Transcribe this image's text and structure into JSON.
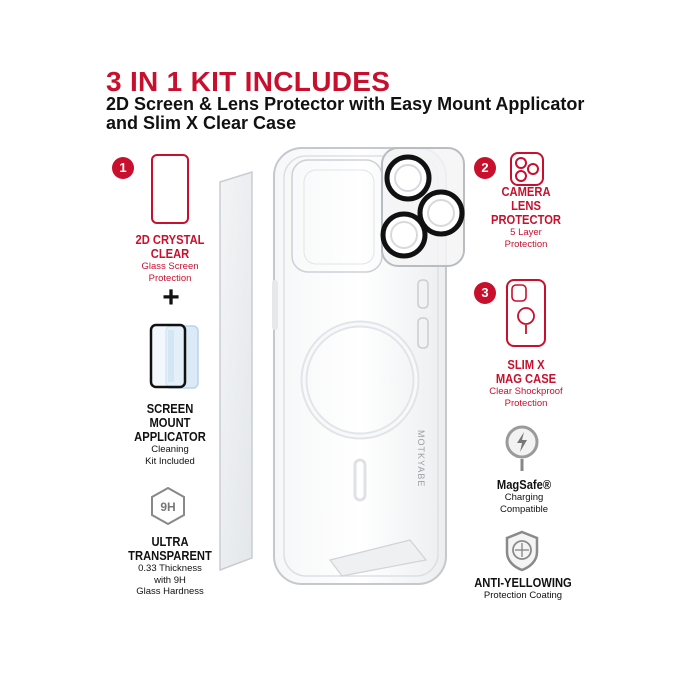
{
  "header": {
    "title": "3 IN 1 KIT INCLUDES",
    "subtitle_line1": "2D Screen & Lens Protector with Easy Mount Applicator",
    "subtitle_line2": "and Slim X Clear Case"
  },
  "colors": {
    "accent": "#c8102e",
    "text": "#111111"
  },
  "left": {
    "item1": {
      "number": "1",
      "icon": "phone-screen-icon",
      "title_line1": "2D CRYSTAL",
      "title_line2": "CLEAR",
      "desc_line1": "Glass Screen",
      "desc_line2": "Protection"
    },
    "plus": "+",
    "applicator": {
      "icon": "mount-applicator-icon",
      "title_line1": "SCREEN",
      "title_line2": "MOUNT",
      "title_line3": "APPLICATOR",
      "desc_line1": "Cleaning",
      "desc_line2": "Kit Included"
    },
    "hardness": {
      "icon": "9h-badge-icon",
      "badge": "9H",
      "title_line1": "ULTRA",
      "title_line2": "TRANSPARENT",
      "desc_line1": "0.33 Thickness",
      "desc_line2": "with 9H",
      "desc_line3": "Glass Hardness"
    }
  },
  "right": {
    "item2": {
      "number": "2",
      "icon": "camera-lens-icon",
      "title_line1": "CAMERA",
      "title_line2": "LENS",
      "title_line3": "PROTECTOR",
      "desc_line1": "5 Layer",
      "desc_line2": "Protection"
    },
    "item3": {
      "number": "3",
      "icon": "mag-case-icon",
      "title_line1": "SLIM X",
      "title_line2": "MAG CASE",
      "desc_line1": "Clear Shockproof",
      "desc_line2": "Protection"
    },
    "magsafe": {
      "icon": "magsafe-charging-icon",
      "title": "MagSafe®",
      "desc_line1": "Charging",
      "desc_line2": "Compatible"
    },
    "yellowing": {
      "icon": "shield-icon",
      "title": "ANTI-YELLOWING",
      "desc": "Protection Coating"
    }
  },
  "product": {
    "brand_text": "MOTKYABE"
  }
}
